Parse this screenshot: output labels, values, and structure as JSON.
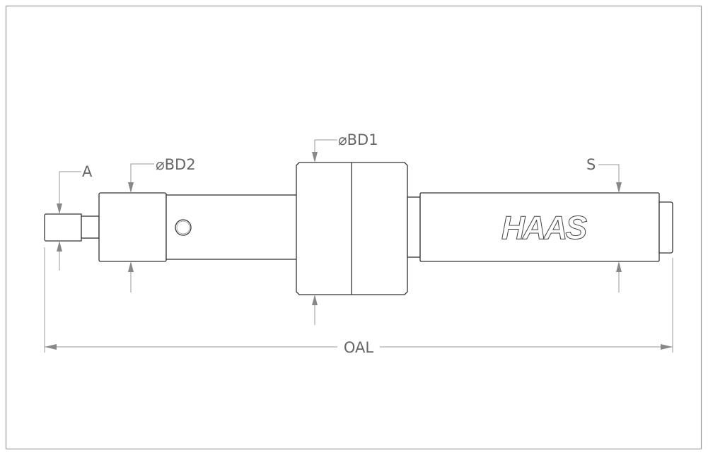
{
  "drawing": {
    "labels": {
      "a": "A",
      "bd2": "⌀BD2",
      "bd1": "⌀BD1",
      "s": "S",
      "oal": "OAL"
    },
    "logo_text": "HAAS"
  },
  "colors": {
    "part_outline": "#333333",
    "dimension_lines": "#999999",
    "border": "#999999"
  }
}
